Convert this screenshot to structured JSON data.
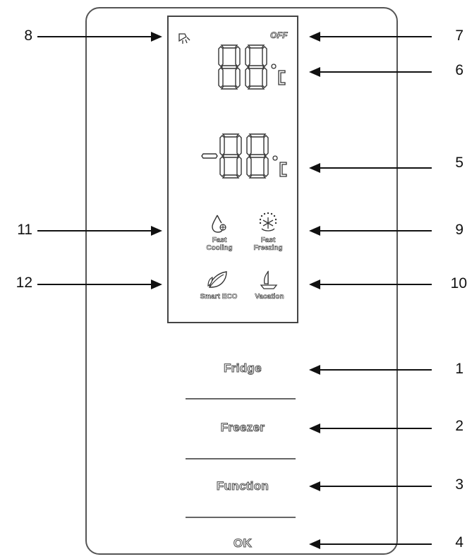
{
  "callouts": {
    "n1": "1",
    "n2": "2",
    "n3": "3",
    "n4": "4",
    "n5": "5",
    "n6": "6",
    "n7": "7",
    "n8": "8",
    "n9": "9",
    "n10": "10",
    "n11": "11",
    "n12": "12"
  },
  "display": {
    "off_label": "OFF",
    "fridge_temp_digits": "88",
    "freezer_temp_digits": "-88",
    "unit_symbol": "°C",
    "icons": {
      "lamp": "alarm-lamp-icon",
      "fast_cooling": "water-drop-snowflake-icon",
      "fast_freezing": "snowflake-circle-icon",
      "smart_eco": "leaf-icon",
      "vacation": "sailboat-icon"
    },
    "fast_cooling_line1": "Fast",
    "fast_cooling_line2": "Cooling",
    "fast_freezing_line1": "Fast",
    "fast_freezing_line2": "Freezing",
    "smart_eco_label": "Smart ECO",
    "vacation_label": "Vacation"
  },
  "buttons": {
    "fridge": "Fridge",
    "freezer": "Freezer",
    "function": "Function",
    "ok": "OK"
  }
}
